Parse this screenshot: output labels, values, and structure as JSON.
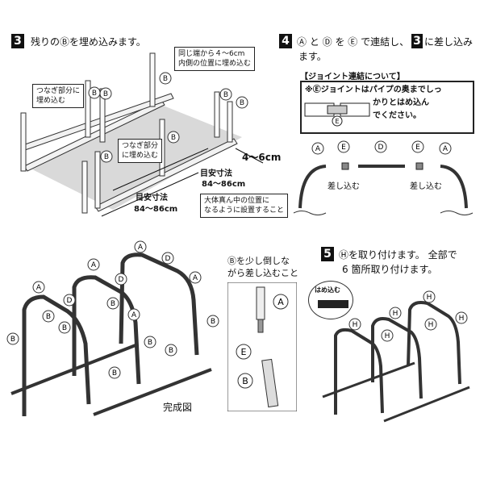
{
  "step3": {
    "number": "3",
    "text": "残りのⒷを埋め込みます。",
    "note_end": "同じ端から４～6cm\n内側の位置に埋め込む",
    "note_joint1": "つなぎ部分に\n埋め込む",
    "note_joint2": "つなぎ部分\nに埋め込む",
    "note_center": "大体真ん中の位置に\nなるように設置すること",
    "dim_label": "目安寸法",
    "dim_value": "84～86cm",
    "dim_end": "4～6cm",
    "dim_label2": "目安寸法",
    "dim_value2": "84～86cm"
  },
  "step4": {
    "number": "4",
    "text_line1": "Ⓐ と Ⓓ を Ⓔ で連結し、",
    "text_num": "3",
    "text_line1b": "に差し込み",
    "text_line2": "ます。",
    "box_title": "【ジョイント連結について】",
    "box_line1": "※Ⓔジョイントはパイプの奥までしっ",
    "box_line2": "かりとはめ込ん",
    "box_line3": "でください。",
    "insert_left": "差し込む",
    "insert_right": "差し込む"
  },
  "step5": {
    "number": "5",
    "text_line1": "Ⓗを取り付けます。 全部で",
    "text_line2": "6 箇所取り付けます。",
    "fit_label": "はめ込む"
  },
  "completion": {
    "tilt_note": "Ⓑを少し倒しな\nがら差し込むこと",
    "caption": "完成図"
  },
  "parts": {
    "A": "A",
    "B": "B",
    "D": "D",
    "E": "E",
    "H": "H"
  }
}
